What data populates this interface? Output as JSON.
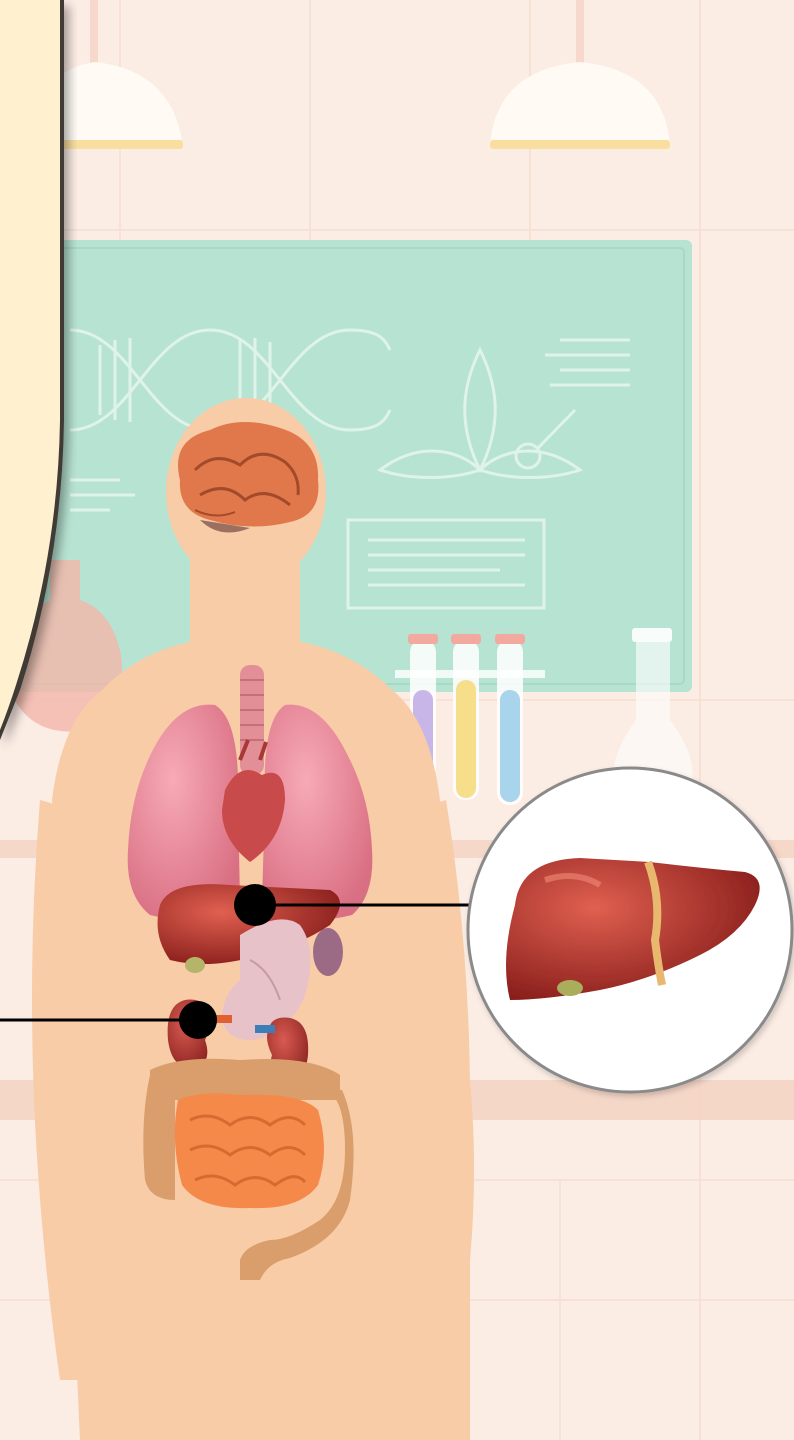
{
  "scene": {
    "background_color": "#fbece4",
    "tile_line_color": "#f6ddd0",
    "chalkboard_color": "#b7e3d2",
    "chalkboard_line_color": "#e6f6ee",
    "lamp_color": "#fffaf4",
    "lamp_rim_color": "#f8dfa0",
    "silhouette_color": "#f7cca6"
  },
  "side_panel": {
    "color": "#fff0cf",
    "edge_color": "#3f3a34"
  },
  "callouts": [
    {
      "organ": "liver",
      "pointer_color": "#000000"
    },
    {
      "organ": "kidney",
      "pointer_color": "#000000"
    }
  ],
  "zoom_inset": {
    "organ": "liver",
    "ring_color": "#8a8a8a",
    "fill_color": "#ffffff"
  },
  "organs": [
    {
      "name": "brain",
      "color": "#e0784c"
    },
    {
      "name": "trachea",
      "color": "#e28f98"
    },
    {
      "name": "lung-left",
      "color": "#f08d9e"
    },
    {
      "name": "lung-right",
      "color": "#f08d9e"
    },
    {
      "name": "heart",
      "color": "#c84a4a"
    },
    {
      "name": "liver",
      "color": "#b8302a"
    },
    {
      "name": "stomach",
      "color": "#e7c2c8"
    },
    {
      "name": "spleen",
      "color": "#9b6b86"
    },
    {
      "name": "kidney-left",
      "color": "#b23a36"
    },
    {
      "name": "kidney-right",
      "color": "#b23a36"
    },
    {
      "name": "small-intestine",
      "color": "#f5894a"
    },
    {
      "name": "large-intestine",
      "color": "#d99e6c"
    }
  ]
}
